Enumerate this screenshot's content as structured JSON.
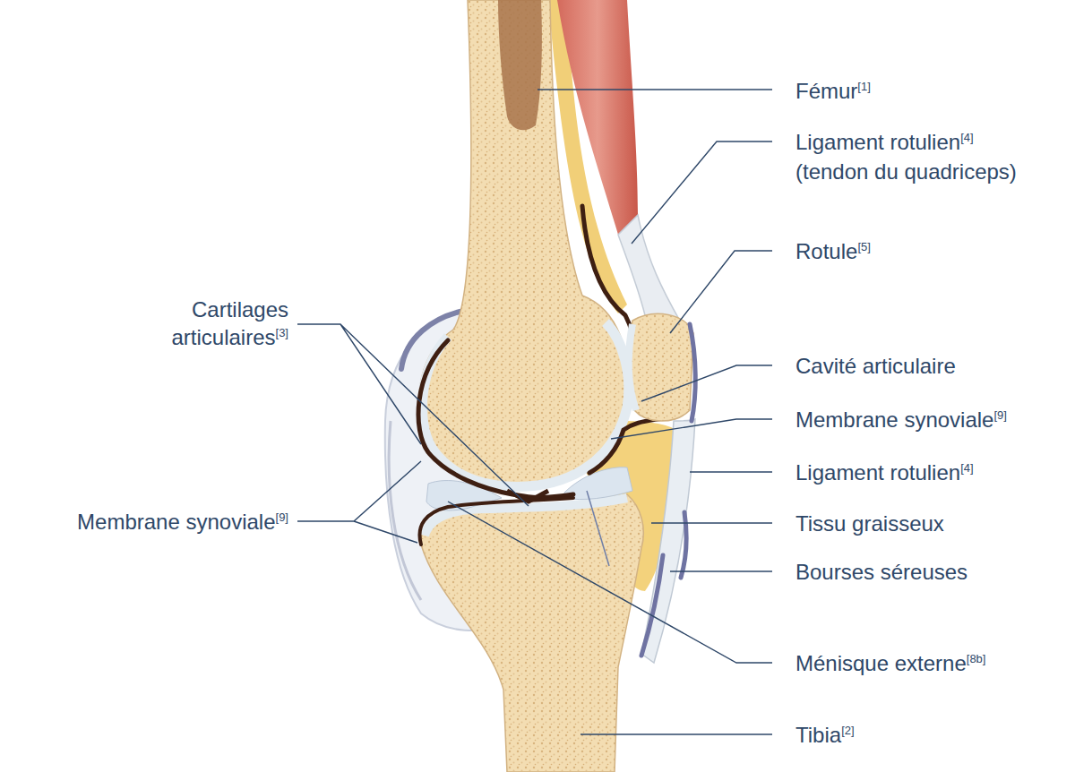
{
  "diagram": {
    "labels": [
      "Fémur",
      "[1]",
      "Ligament rotulien",
      "[4]",
      "(tendon du quadriceps)",
      "Rotule",
      "[5]",
      "Cartilages articulaires",
      "[3]",
      "Cavité articulaire",
      "Membrane synoviale",
      "[9]",
      "Ligament rotulien",
      "[4]",
      "Tissu graisseux",
      "Bourses séreuses",
      "Membrane synoviale",
      "[9]",
      "Ménisque externe",
      "[8b]",
      "Tibia",
      "[2]"
    ]
  }
}
